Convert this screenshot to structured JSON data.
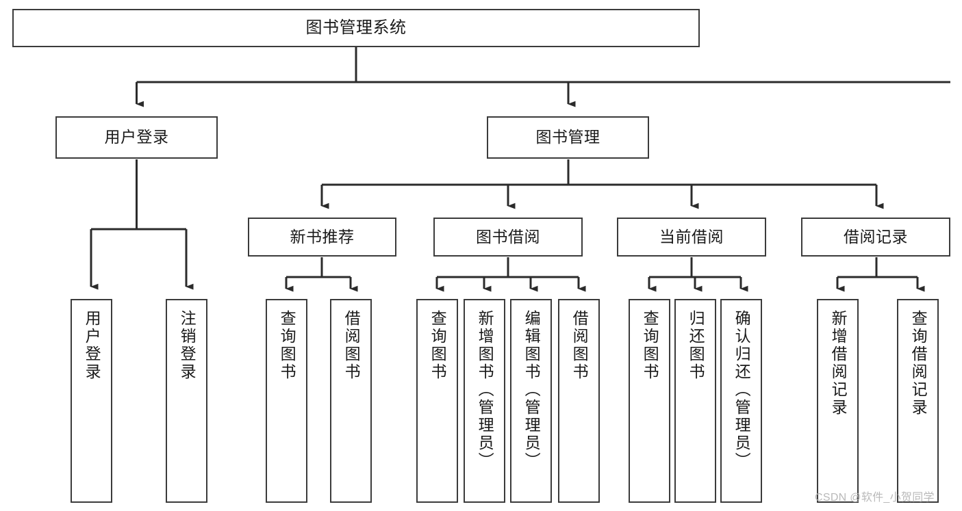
{
  "diagram": {
    "title": "图书管理系统",
    "type": "hierarchy-tree",
    "watermark": "CSDN @软件_小贺同学",
    "colors": {
      "box_border": "#3b3b3b",
      "box_fill": "#ffffff",
      "edge": "#2b2b2b",
      "text": "#1a1a1a",
      "watermark": "#b9b9b9",
      "background": "#ffffff"
    },
    "nodes": {
      "root": {
        "label": "图书管理系统"
      },
      "level2": [
        {
          "label": "用户登录"
        },
        {
          "label": "图书管理"
        }
      ],
      "level3": [
        {
          "label": "新书推荐"
        },
        {
          "label": "图书借阅"
        },
        {
          "label": "当前借阅"
        },
        {
          "label": "借阅记录"
        }
      ],
      "leaves": {
        "user_login": [
          {
            "label": "用户登录"
          },
          {
            "label": "注销登录"
          }
        ],
        "new_book_recommend": [
          {
            "label": "查询图书"
          },
          {
            "label": "借阅图书"
          }
        ],
        "book_borrow": [
          {
            "label": "查询图书"
          },
          {
            "label": "新增图书（管理员）"
          },
          {
            "label": "编辑图书（管理员）"
          },
          {
            "label": "借阅图书"
          }
        ],
        "current_borrow": [
          {
            "label": "查询图书"
          },
          {
            "label": "归还图书"
          },
          {
            "label": "确认归还（管理员）"
          }
        ],
        "borrow_record": [
          {
            "label": "新增借阅记录"
          },
          {
            "label": "查询借阅记录"
          }
        ]
      }
    }
  }
}
